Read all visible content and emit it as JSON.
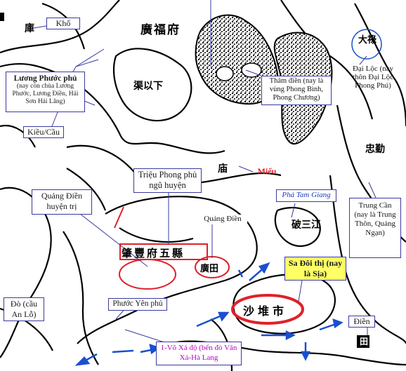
{
  "labels": {
    "kho": "Khố",
    "luong_phuoc": "Lương Phước phủ",
    "luong_phuoc_note": "(nay còn chùa Lương Phước, Lương Điền, Hải Sơn Hải Lăng)",
    "kieu_cau": "Kiều/Cầu",
    "tham_dien": "Thâm điền (nay là vùng Phong Bình, Phong Chương)",
    "dai_loc": "Đại Lộc (nay thôn Đại Lộc Phong Phú)",
    "mieu": "Miếu",
    "trieu_phong": "Triệu Phong phủ ngũ huyện",
    "pha_tam_giang": "Phá Tam Giang",
    "trung_can": "Trung Cần (nay là Trung Thôn, Quảng Ngạn)",
    "quang_dien_huyen_tri": "Quảng Điền huyện trị",
    "quang_dien": "Quảng Điền",
    "sa_doi_thi": "Sa Đôi thị (nay là Sịa)",
    "do_cau_an_lo": "Đò (cầu An Lỗ)",
    "phuoc_yen_phu": "Phước Yên phủ",
    "vo_xa_do": "1-Võ Xá độ (bến đò Văn Xá-Hà Lang",
    "dien": "Điền"
  },
  "han_text": {
    "kho_char": "庫",
    "top_right": "廣福府",
    "mid_left": "渠以下",
    "mieu_char": "庙",
    "sa_doi": "沙堆市",
    "quang_dien_char": "廣田",
    "dai_loc_char": "大祿",
    "trung_can_char": "忠勤",
    "pha_char": "破三江",
    "row_big": "肇豐府五縣",
    "dien_char": "田"
  },
  "colors": {
    "label_border": "#3a3aa0",
    "leader": "#3a3aa0",
    "accent_red": "#e0202a",
    "arrow_blue": "#1a4fd0",
    "sa_doi_bg": "#ffff66",
    "vo_xa_text": "#c000c0"
  }
}
